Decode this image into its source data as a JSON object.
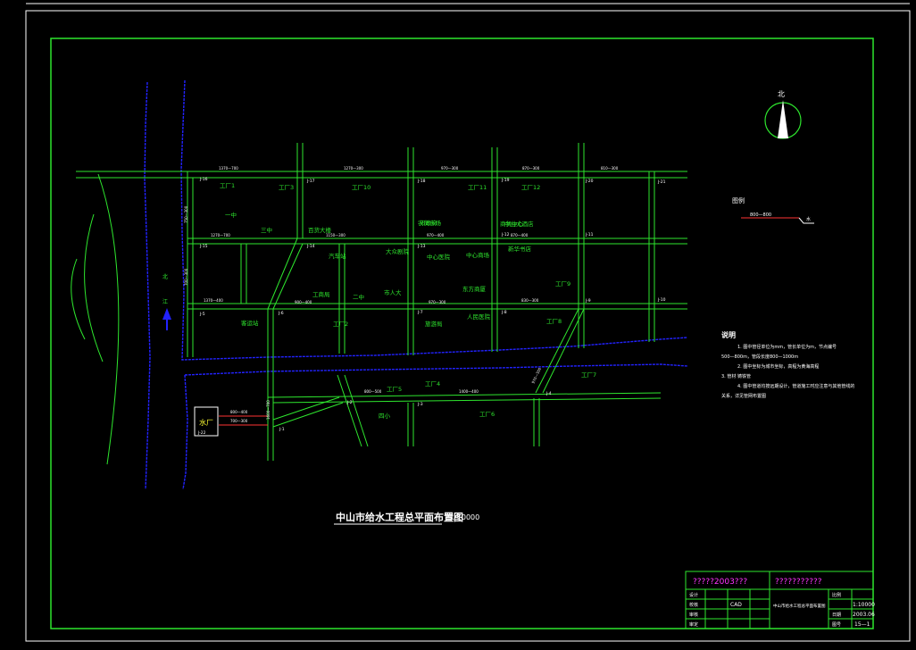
{
  "drawing": {
    "title": "中山市给水工程总平面布置图",
    "scale": "1:10000",
    "north": "北",
    "legend_label": "图例",
    "legend_item": "800—800",
    "legend_item_b": "水",
    "notes_title": "说明",
    "notes": [
      "1. 图中管径单位为mm，管长单位为m，节点编号",
      "500—800m，管段长度800—1000m",
      "2. 图中坐标为城市坐标，高程为黄海高程",
      "3. 管材 铸铁管",
      "4. 图中管道均按远期设计，管道施工时应注意与其他管线的",
      "关系，详见管网布置图"
    ],
    "plant_label": "水厂",
    "river_labels": [
      "北",
      "江"
    ]
  },
  "districts": [
    "工厂1",
    "工厂3",
    "工厂10",
    "工厂11",
    "工厂12",
    "工厂2",
    "工厂4",
    "工厂5",
    "工厂6",
    "工厂7",
    "工厂8",
    "工厂9",
    "百货大楼",
    "大众剧院",
    "中心商场",
    "工商局",
    "市人大",
    "二中",
    "一中",
    "三中",
    "市政府",
    "商贸中心",
    "新华书店",
    "汽车站",
    "人民医院",
    "旅游局",
    "四小",
    "农贸市场",
    "中心医院",
    "中山大酒店",
    "客运站",
    "东方商厦"
  ],
  "district_colors": {
    "label": "#2ee62e",
    "road": "#2ee62e",
    "river": "#2222ff",
    "frame": "#2ee62e"
  },
  "nodes": [
    "J-16",
    "J-17",
    "J-18",
    "J-19",
    "J-20",
    "J-21",
    "J-15",
    "J-14",
    "J-13",
    "J-12",
    "J-11",
    "J-10",
    "J-5",
    "J-6",
    "J-7",
    "J-8",
    "J-9",
    "J-4",
    "J-3",
    "J-2",
    "J-1",
    "J-22"
  ],
  "pipes": [
    "1370—700",
    "1270—300",
    "970—300",
    "870—300",
    "810—300",
    "700—300",
    "750—300",
    "1270—700",
    "1150—300",
    "970—400",
    "870—400",
    "1370—400",
    "900—400",
    "970—300",
    "830—300",
    "1600—700",
    "800—500",
    "1400—400",
    "970—300",
    "800—400",
    "700—300"
  ],
  "title_block": {
    "project": "?????2003???",
    "drawing_name": "???????????",
    "row_labels": [
      "设计",
      "校核",
      "审核",
      "审定"
    ],
    "scale_label": "比例",
    "scale_value": "1:10000",
    "date_label": "日期",
    "date_value": "2003.06",
    "sheet_label": "图号",
    "sheet_value": "15—1",
    "name_cell": "中山市给水工程总平面布置图",
    "cad_label": "CAD"
  }
}
